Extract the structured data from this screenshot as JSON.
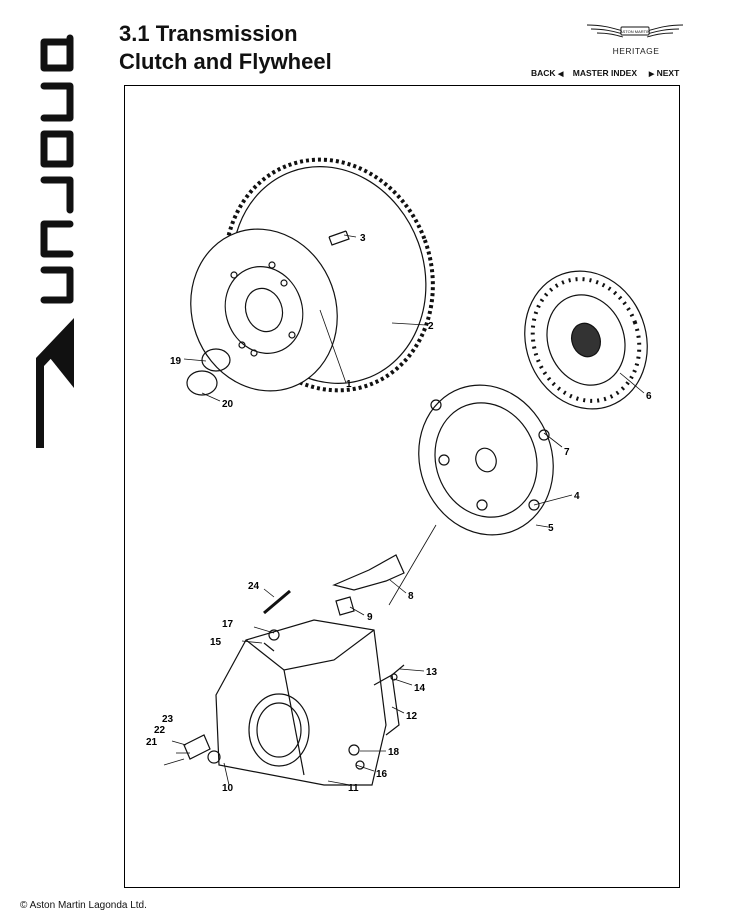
{
  "header": {
    "title_line1": "3.1 Transmission",
    "title_line2": "Clutch and Flywheel"
  },
  "brand": {
    "badge_text": "ASTON MARTIN",
    "subtitle": "HERITAGE"
  },
  "side_logo": {
    "text": "Vantage"
  },
  "nav": {
    "back": "BACK",
    "master_index": "MASTER INDEX",
    "next": "NEXT"
  },
  "callouts": [
    "1",
    "2",
    "3",
    "4",
    "5",
    "6",
    "7",
    "8",
    "9",
    "10",
    "11",
    "12",
    "13",
    "14",
    "15",
    "16",
    "17",
    "18",
    "19",
    "20",
    "21",
    "22",
    "23",
    "24"
  ],
  "footer": {
    "copyright": "© Aston Martin Lagonda Ltd."
  }
}
